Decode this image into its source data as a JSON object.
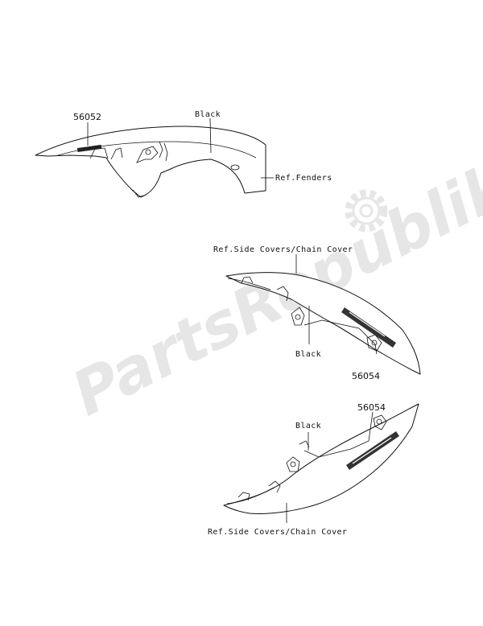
{
  "watermark": {
    "text": "PartsRepublik",
    "icon": "gear-icon"
  },
  "colors": {
    "line": "#111111",
    "watermark": "#e6e6e6",
    "background": "#ffffff"
  },
  "front_fender": {
    "part_number": "56052",
    "color_label": "Black",
    "ref_label": "Ref.Fenders"
  },
  "upper_cover": {
    "ref_label": "Ref.Side Covers/Chain Cover",
    "color_label": "Black",
    "part_number": "56054"
  },
  "lower_cover": {
    "part_number": "56054",
    "color_label": "Black",
    "ref_label": "Ref.Side Covers/Chain Cover"
  }
}
